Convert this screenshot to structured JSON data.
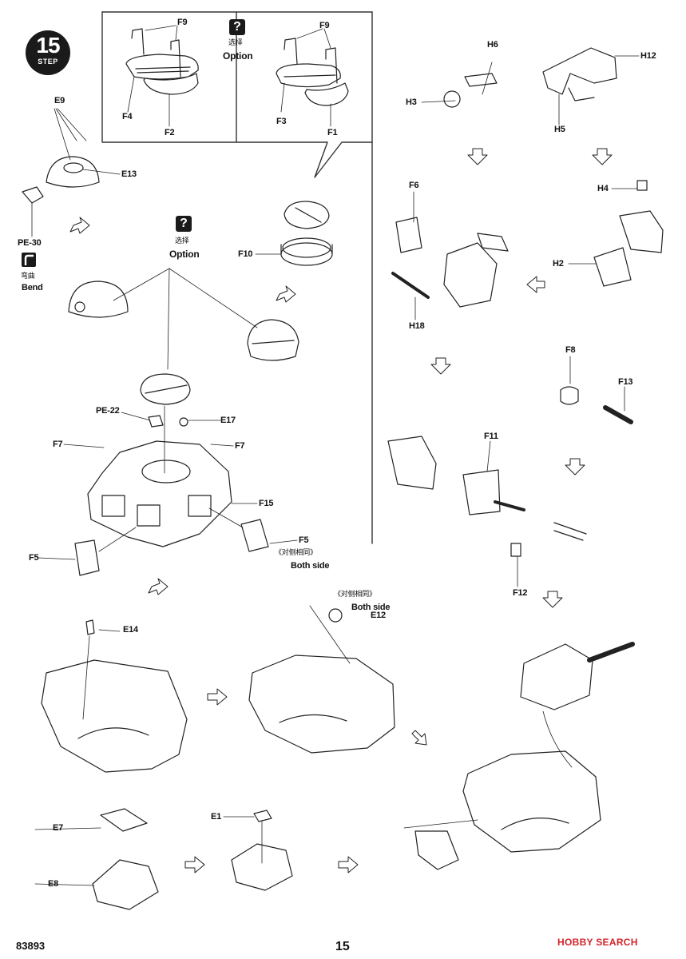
{
  "step": {
    "number": "15",
    "word": "STEP"
  },
  "option": {
    "question_mark": "?",
    "cn": "选择",
    "en": "Option"
  },
  "bend": {
    "cn": "弯曲",
    "en": "Bend"
  },
  "both_side": {
    "cn": "《对侧相同》",
    "en": "Both side"
  },
  "part_labels": {
    "F9_a": "F9",
    "F4": "F4",
    "F2": "F2",
    "F9_b": "F9",
    "F3": "F3",
    "F1": "F1",
    "E9": "E9",
    "E13": "E13",
    "PE30": "PE-30",
    "F10": "F10",
    "PE22": "PE-22",
    "E17": "E17",
    "F7_a": "F7",
    "F7_b": "F7",
    "F15": "F15",
    "F5_a": "F5",
    "F5_b": "F5",
    "H6": "H6",
    "H3": "H3",
    "H12": "H12",
    "H5": "H5",
    "H4": "H4",
    "F6": "F6",
    "H2": "H2",
    "H18": "H18",
    "F8": "F8",
    "F13": "F13",
    "F11": "F11",
    "F12": "F12",
    "E14": "E14",
    "E12": "E12",
    "E7": "E7",
    "E8": "E8",
    "E1": "E1"
  },
  "footer": {
    "code": "83893",
    "page": "15"
  },
  "watermark": "HOBBY SEARCH"
}
